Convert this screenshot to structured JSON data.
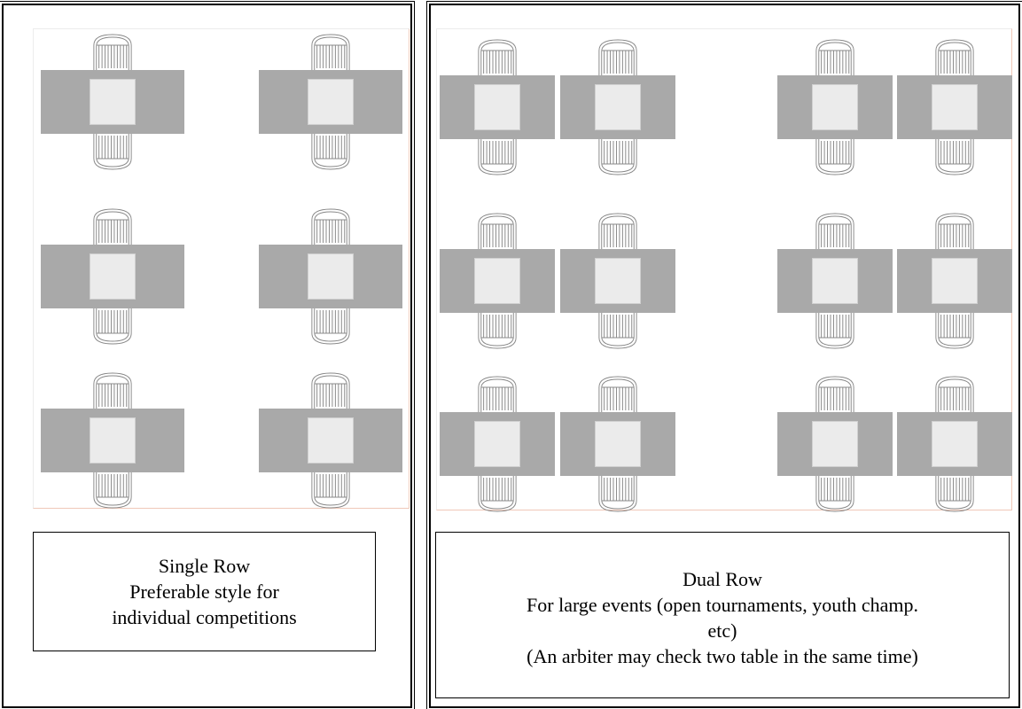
{
  "single": {
    "title": "Single Row",
    "desc_line1": "Preferable style for",
    "desc_line2": "individual competitions"
  },
  "dual": {
    "title": "Dual Row",
    "desc_line1": "For large events (open tournaments, youth champ.",
    "desc_line2": "etc)",
    "desc_line3": "(An arbiter may check two table in the same time)"
  },
  "colors": {
    "table": "#a9a9a9",
    "board": "#ebebeb",
    "chair_stroke": "#888888"
  }
}
